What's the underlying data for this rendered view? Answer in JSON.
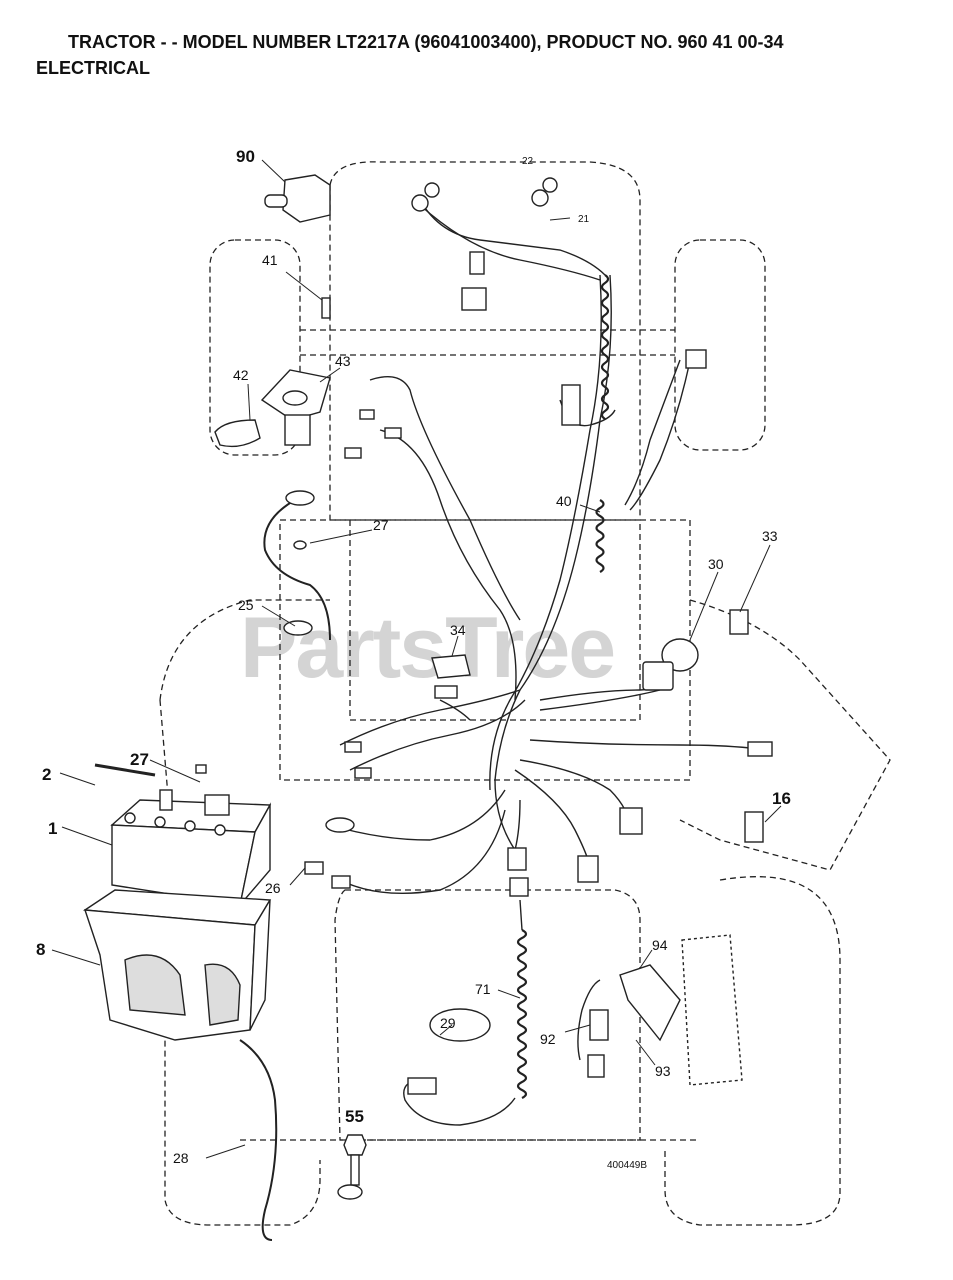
{
  "header": {
    "title": "TRACTOR - - MODEL NUMBER LT2217A (96041003400), PRODUCT NO. 960 41 00-34",
    "subtitle": "ELECTRICAL"
  },
  "watermark": "PartsTree",
  "drawing_number": "400449B",
  "part_callouts": [
    {
      "id": "c90",
      "label": "90"
    },
    {
      "id": "c22",
      "label": "22"
    },
    {
      "id": "c21",
      "label": "21"
    },
    {
      "id": "c41",
      "label": "41"
    },
    {
      "id": "c43",
      "label": "43"
    },
    {
      "id": "c42",
      "label": "42"
    },
    {
      "id": "c40",
      "label": "40"
    },
    {
      "id": "c27a",
      "label": "27"
    },
    {
      "id": "c30",
      "label": "30"
    },
    {
      "id": "c33",
      "label": "33"
    },
    {
      "id": "c25",
      "label": "25"
    },
    {
      "id": "c34",
      "label": "34"
    },
    {
      "id": "c27b",
      "label": "27"
    },
    {
      "id": "c2",
      "label": "2"
    },
    {
      "id": "c1",
      "label": "1"
    },
    {
      "id": "c16",
      "label": "16"
    },
    {
      "id": "c26",
      "label": "26"
    },
    {
      "id": "c8",
      "label": "8"
    },
    {
      "id": "c94",
      "label": "94"
    },
    {
      "id": "c71",
      "label": "71"
    },
    {
      "id": "c29",
      "label": "29"
    },
    {
      "id": "c92",
      "label": "92"
    },
    {
      "id": "c93",
      "label": "93"
    },
    {
      "id": "c55",
      "label": "55"
    },
    {
      "id": "c28",
      "label": "28"
    }
  ]
}
